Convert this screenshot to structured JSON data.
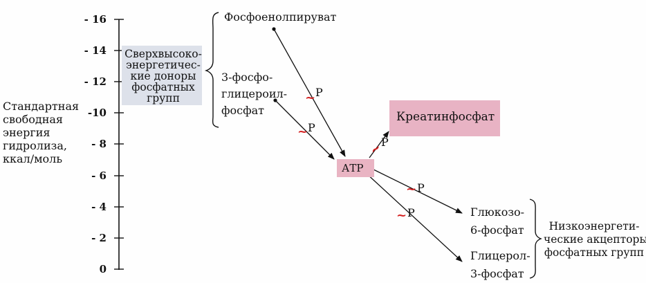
{
  "axis": {
    "label": "Стандартная\nсвободная\nэнергия\nгидролиза,\nккал/моль",
    "ticks": [
      "- 16",
      "- 14",
      "- 12",
      "-10",
      "- 8",
      "- 6",
      "- 4",
      "- 2",
      "0"
    ]
  },
  "groups": {
    "high_donors": "Сверхвысоко-\nэнергетичес-\nкие доноры\nфосфатных\nгрупп",
    "low_acceptors": "Низкоэнергети-\nческие акцепторы\nфосфатных групп"
  },
  "compounds": {
    "pep": "Фосфоенолпируват",
    "bpg": "3-фосфо-\nглицероил-\nфосфат",
    "atp": "АТР",
    "creatine_phosphate": "Креатинфосфат",
    "glucose6p": "Глюкозо-\n6-фосфат",
    "glycerol3p": "Глицерол-\n3-фосфат"
  },
  "phosphate": {
    "tilde": "~",
    "p": "P"
  },
  "colors": {
    "donor_box": "#dde1ea",
    "atp_box": "#e9b4c3",
    "creatine_box": "#e8b3c4",
    "tilde": "#d42020",
    "line": "#111111"
  }
}
